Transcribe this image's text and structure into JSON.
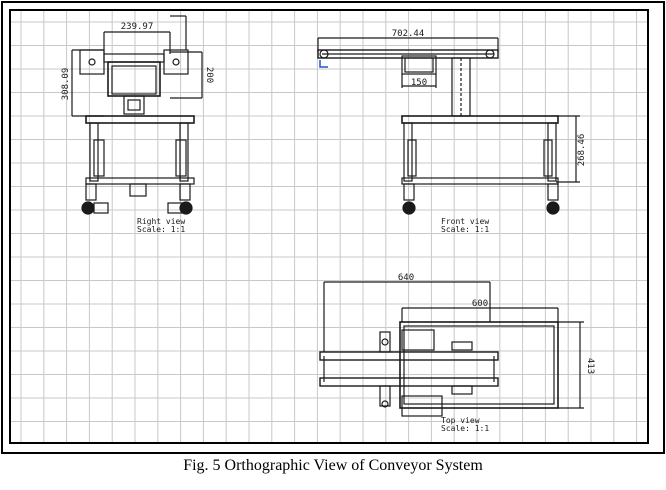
{
  "caption": "Fig. 5 Orthographic View of Conveyor System",
  "views": {
    "right": {
      "title": "Right view",
      "scale": "Scale:  1:1",
      "dims": {
        "width": "239.97",
        "height_outer": "308.09",
        "height_inner": "200"
      }
    },
    "front": {
      "title": "Front view",
      "scale": "Scale:  1:1",
      "dims": {
        "length": "702.44",
        "offset": "150",
        "height": "268.46"
      }
    },
    "top": {
      "title": "Top view",
      "scale": "Scale:  1:1",
      "dims": {
        "length_outer": "640",
        "length_inner": "600",
        "width": "413"
      }
    }
  },
  "colors": {
    "line": "#1a1a1a",
    "grid": "#c8c8c8",
    "border": "#000000",
    "accent": "#2255cc"
  }
}
